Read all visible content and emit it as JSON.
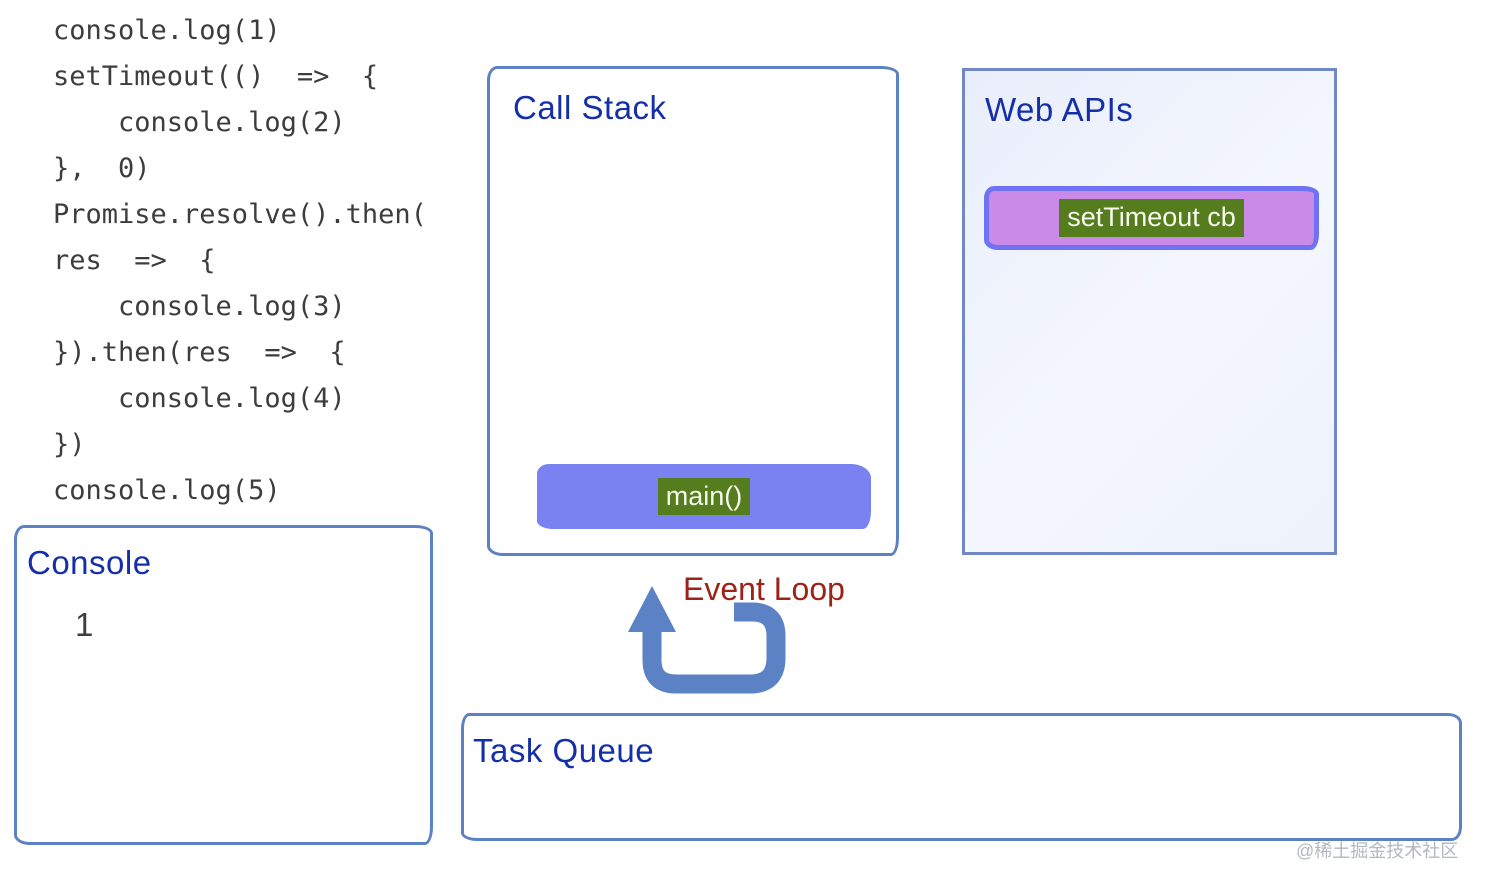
{
  "code": {
    "text": "console.log(1)\nsetTimeout(()  =>  {\n    console.log(2)\n},  0)\nPromise.resolve().then(\nres  =>  {\n    console.log(3)\n}).then(res  =>  {\n    console.log(4)\n})\nconsole.log(5)"
  },
  "call_stack": {
    "title": "Call Stack",
    "frames": [
      {
        "label": "main()"
      }
    ]
  },
  "web_apis": {
    "title": "Web APIs",
    "items": [
      {
        "label": "setTimeout cb"
      }
    ]
  },
  "console_panel": {
    "title": "Console",
    "outputs": [
      "1"
    ]
  },
  "event_loop": {
    "label": "Event Loop"
  },
  "task_queue": {
    "title": "Task Queue",
    "items": []
  },
  "watermark": "@稀土掘金技术社区",
  "colors": {
    "sketch_border_blue": "#5d82c3",
    "panel_border_blue": "#7089c4",
    "title_blue": "#142fa8",
    "code_gray": "#3d3d3d",
    "event_loop_red": "#9b2318",
    "arrow_blue": "#5b82c4",
    "stack_frame_fill": "#7a81f0",
    "webapi_item_fill": "#ca8ae8",
    "webapi_item_border": "#6f72f2",
    "label_green": "#557d1e",
    "label_text": "#f7f8ee",
    "webapi_panel_tint": "#edf2fb",
    "watermark_gray": "#b3b7c0"
  }
}
